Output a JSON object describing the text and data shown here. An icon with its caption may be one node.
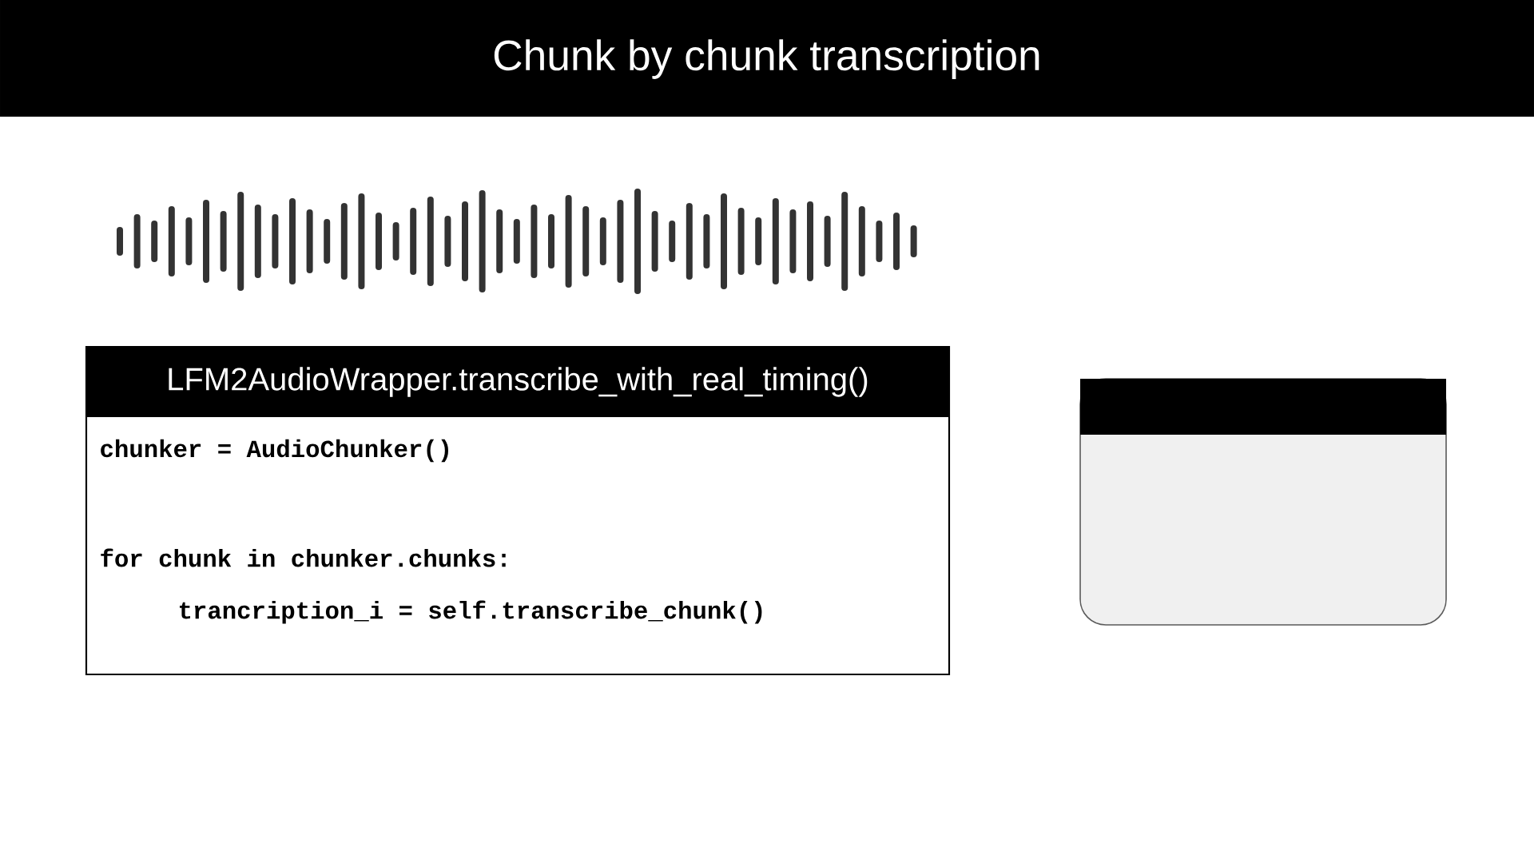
{
  "diagram": {
    "title": "Chunk by chunk transcription",
    "nodes": [
      {
        "text": [
          "LFM2AudioWrapper.transcribe_with_real_timing()",
          "chunker = AudioChunker()",
          "for chunk in chunker.chunks:",
          "trancription_i = self.transcribe_chunk()"
        ]
      },
      {
        "text": [],
        "shape": "box"
      }
    ],
    "edges": []
  }
}
